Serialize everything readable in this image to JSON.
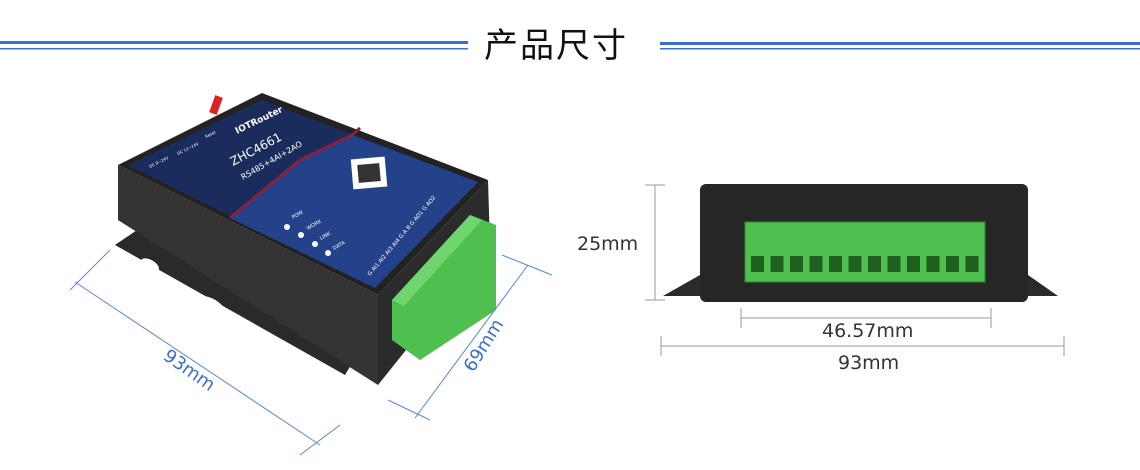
{
  "header": {
    "title": "产品尺寸"
  },
  "device": {
    "brand": "IOTRouter",
    "model": "ZHC4661",
    "spec": "RS485+4AI+2AO",
    "leds": [
      "POW",
      "WORK",
      "LINK",
      "DATA"
    ],
    "ports": [
      "DC 9~24V",
      "DC 12~24V",
      "Reset"
    ],
    "terminal_labels": "G AI1 AI2 AI3 AI4 G A B G AO1 G AO2"
  },
  "dimensions": {
    "left_length": "93mm",
    "left_width": "69mm",
    "height": "25mm",
    "terminal_width": "46.57mm",
    "front_length": "93mm"
  },
  "colors": {
    "accent": "#3a6fd0",
    "panel": "#1d3a7a",
    "terminal": "#4fbf4f"
  }
}
